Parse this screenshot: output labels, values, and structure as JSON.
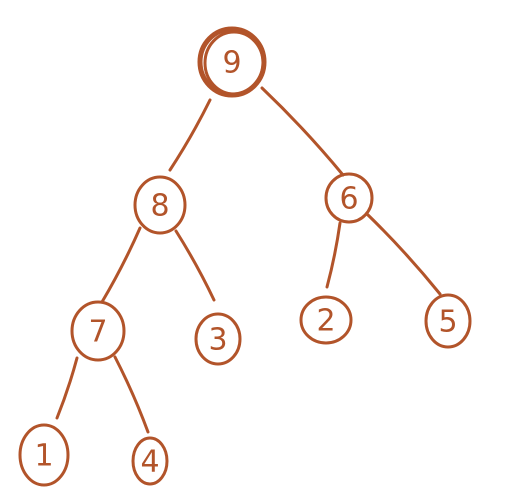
{
  "diagram": {
    "type": "binary-tree",
    "stroke_color": "#b2542a",
    "background": "#ffffff",
    "nodes": [
      {
        "id": "n9",
        "label": "9"
      },
      {
        "id": "n8",
        "label": "8"
      },
      {
        "id": "n6",
        "label": "6"
      },
      {
        "id": "n7",
        "label": "7"
      },
      {
        "id": "n3",
        "label": "3"
      },
      {
        "id": "n2",
        "label": "2"
      },
      {
        "id": "n5",
        "label": "5"
      },
      {
        "id": "n1",
        "label": "1"
      },
      {
        "id": "n4",
        "label": "4"
      }
    ],
    "edges": [
      {
        "from": "n9",
        "to": "n8"
      },
      {
        "from": "n9",
        "to": "n6"
      },
      {
        "from": "n8",
        "to": "n7"
      },
      {
        "from": "n8",
        "to": "n3"
      },
      {
        "from": "n6",
        "to": "n2"
      },
      {
        "from": "n6",
        "to": "n5"
      },
      {
        "from": "n7",
        "to": "n1"
      },
      {
        "from": "n7",
        "to": "n4"
      }
    ]
  }
}
